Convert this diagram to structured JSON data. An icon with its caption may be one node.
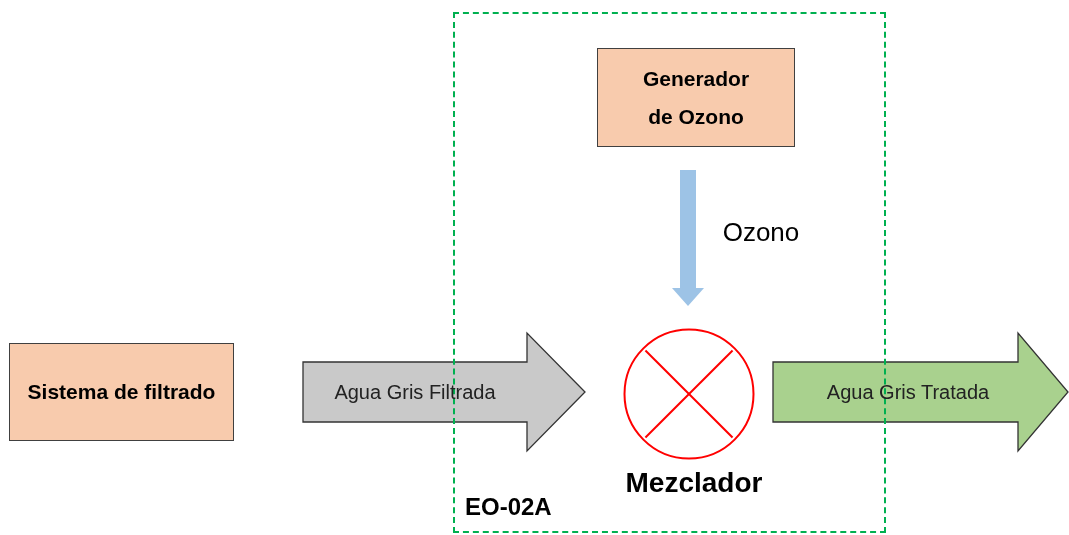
{
  "diagram": {
    "nodes": [
      {
        "text": [
          "EO-02A"
        ]
      },
      {
        "text": [
          "Generador de Ozono"
        ],
        "in": 0
      },
      {
        "text": [],
        "shape": "circle",
        "in": 0,
        "beside": [
          "Mezclador"
        ]
      },
      {
        "text": [
          "Sistema de filtrado"
        ]
      }
    ],
    "edges": [
      {
        "from": 1,
        "to": 2,
        "arrow": "to",
        "label": "Ozono",
        "style": "thick",
        "color": "#9dc3e6"
      },
      {
        "from": 3,
        "to": 2,
        "arrow": "to",
        "label": "Agua Gris Filtrada",
        "style": "thick",
        "color": "#c9c9c9"
      },
      {
        "from": 2,
        "to": null,
        "arrow": "to",
        "label": "Agua Gris Tratada",
        "style": "thick",
        "color": "#a9d18e"
      }
    ]
  }
}
